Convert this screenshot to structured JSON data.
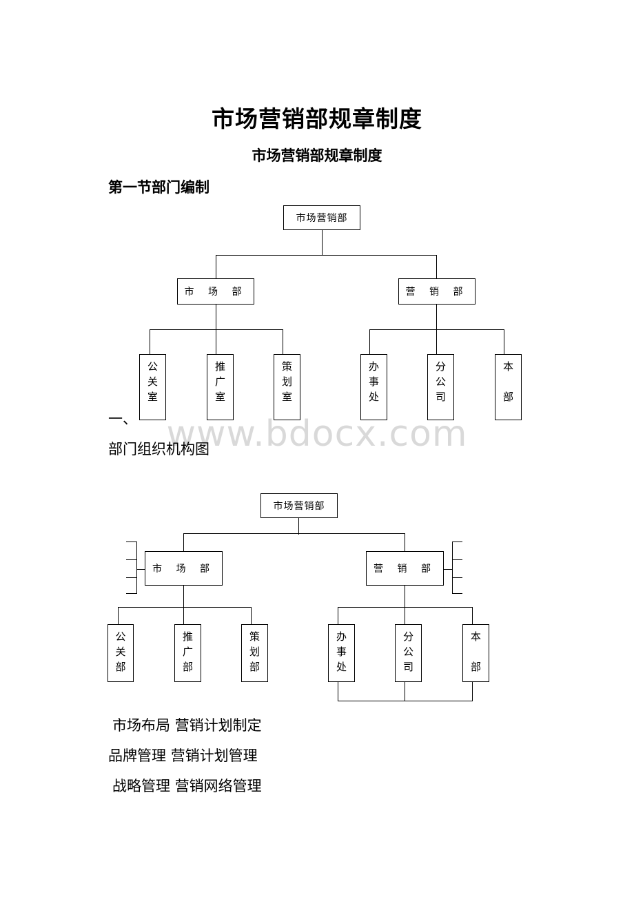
{
  "document": {
    "title": "市场营销部规章制度",
    "subtitle": "市场营销部规章制度",
    "section_heading": "第一节部门编制",
    "list_marker": "一、",
    "chart_caption": "部门组织机构图",
    "watermark": "www.bdocx.com"
  },
  "chart1": {
    "root": "市场营销部",
    "left_dept": "市 场 部",
    "right_dept": "营 销 部",
    "left_children": [
      "公\n关\n室",
      "推\n广\n室",
      "策\n划\n室"
    ],
    "right_children": [
      "办\n事\n处",
      "分\n公\n司",
      "本\n\n部"
    ]
  },
  "chart2": {
    "root": "市场营销部",
    "left_dept": "市 场 部",
    "right_dept": "营 销 部",
    "left_children": [
      "公\n关\n部",
      "推\n广\n部",
      "策\n划\n部"
    ],
    "right_children": [
      "办\n事\n处",
      "分\n公\n司",
      "本\n\n部"
    ]
  },
  "duties": [
    {
      "left": "市场布局",
      "right": "营销计划制定"
    },
    {
      "left": "品牌管理",
      "right": "营销计划管理"
    },
    {
      "left": "战略管理",
      "right": "营销网络管理"
    }
  ]
}
